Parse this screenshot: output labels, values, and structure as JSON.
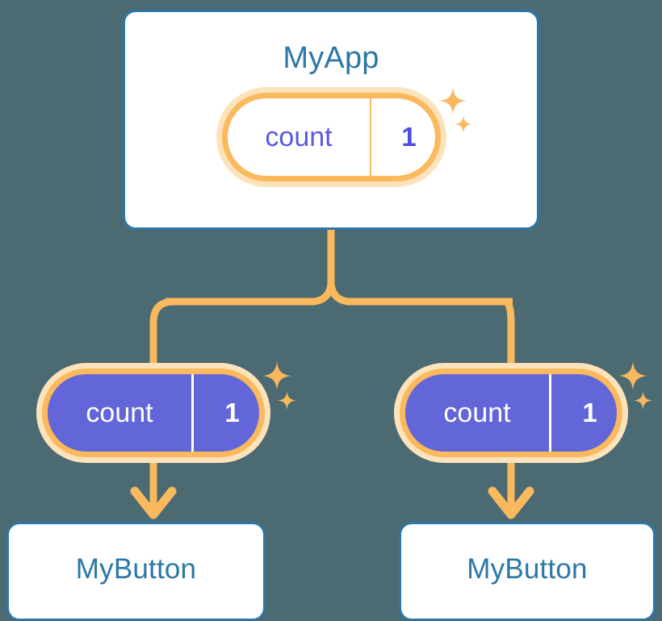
{
  "background_color": "#4c6a72",
  "palette": {
    "card_border": "#2c77a8",
    "card_title_text": "#2c77a8",
    "card_fill": "#ffffff",
    "pill_ring": "#fab95c",
    "pill_halo": "#fde3bc",
    "pill_fill_top": "#ffffff",
    "pill_fill_bottom": "#6366d8",
    "pill_text_top": "#5a5ae0",
    "pill_text_bottom": "#ffffff",
    "connector": "#fab95c",
    "sparkle": "#f9b85e"
  },
  "diagram": {
    "type": "component-state-tree",
    "root": {
      "name": "root-component-card",
      "title": "MyApp",
      "state_pill": {
        "key": "count",
        "value": "1",
        "style": "white-fill"
      },
      "sparkles": [
        "sparkle-large",
        "sparkle-small"
      ]
    },
    "children": [
      {
        "name": "child-left",
        "state_pill": {
          "key": "count",
          "value": "1",
          "style": "purple-fill"
        },
        "sparkles": [
          "sparkle-large",
          "sparkle-small"
        ],
        "card": {
          "title": "MyButton"
        }
      },
      {
        "name": "child-right",
        "state_pill": {
          "key": "count",
          "value": "1",
          "style": "purple-fill"
        },
        "sparkles": [
          "sparkle-large",
          "sparkle-small"
        ],
        "card": {
          "title": "MyButton"
        }
      }
    ],
    "connectors": [
      {
        "name": "root-to-split",
        "shape": "vertical-line"
      },
      {
        "name": "split-to-left-pill",
        "shape": "elbow-line"
      },
      {
        "name": "split-to-right-pill",
        "shape": "elbow-line"
      },
      {
        "name": "left-pill-to-left-button",
        "shape": "arrow-down"
      },
      {
        "name": "right-pill-to-right-button",
        "shape": "arrow-down"
      }
    ]
  }
}
